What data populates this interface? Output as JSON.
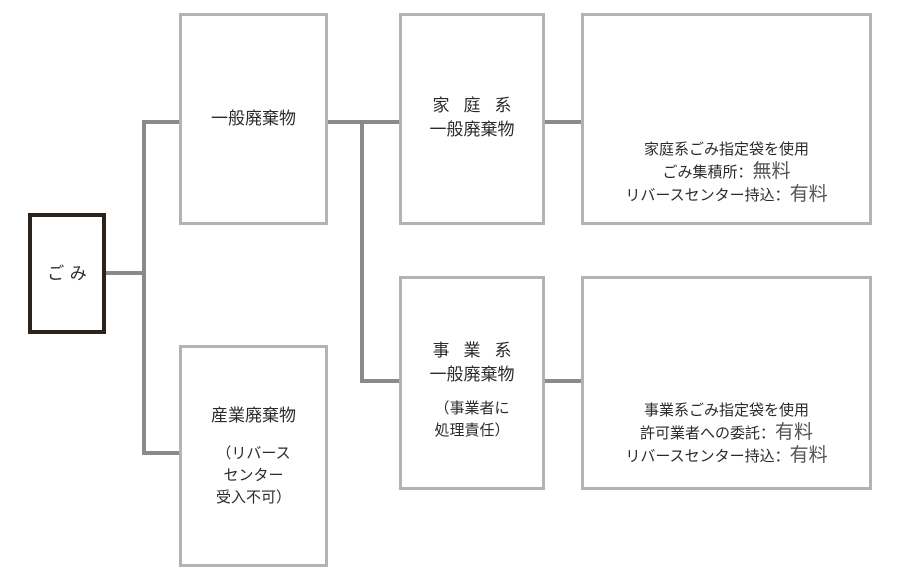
{
  "root": {
    "label": "ご み"
  },
  "general_waste": {
    "label": "一般廃棄物"
  },
  "industrial_waste": {
    "label": "産業廃棄物",
    "note_lines": [
      "（リバース",
      "センター",
      "受入不可）"
    ]
  },
  "household": {
    "label_line1": "家庭系",
    "label_line2": "一般廃棄物",
    "detail": {
      "line1": "家庭系ごみ指定袋を使用",
      "line2_prefix": "ごみ集積所：",
      "line2_value": "無料",
      "line3_prefix": "リバースセンター持込：",
      "line3_value": "有料"
    }
  },
  "business": {
    "label_line1": "事業系",
    "label_line2": "一般廃棄物",
    "note_line1": "（事業者に",
    "note_line2": "処理責任）",
    "detail": {
      "line1": "事業系ごみ指定袋を使用",
      "line2_prefix": "許可業者への委託：",
      "line2_value": "有料",
      "line3_prefix": "リバースセンター持込：",
      "line3_value": "有料"
    }
  }
}
